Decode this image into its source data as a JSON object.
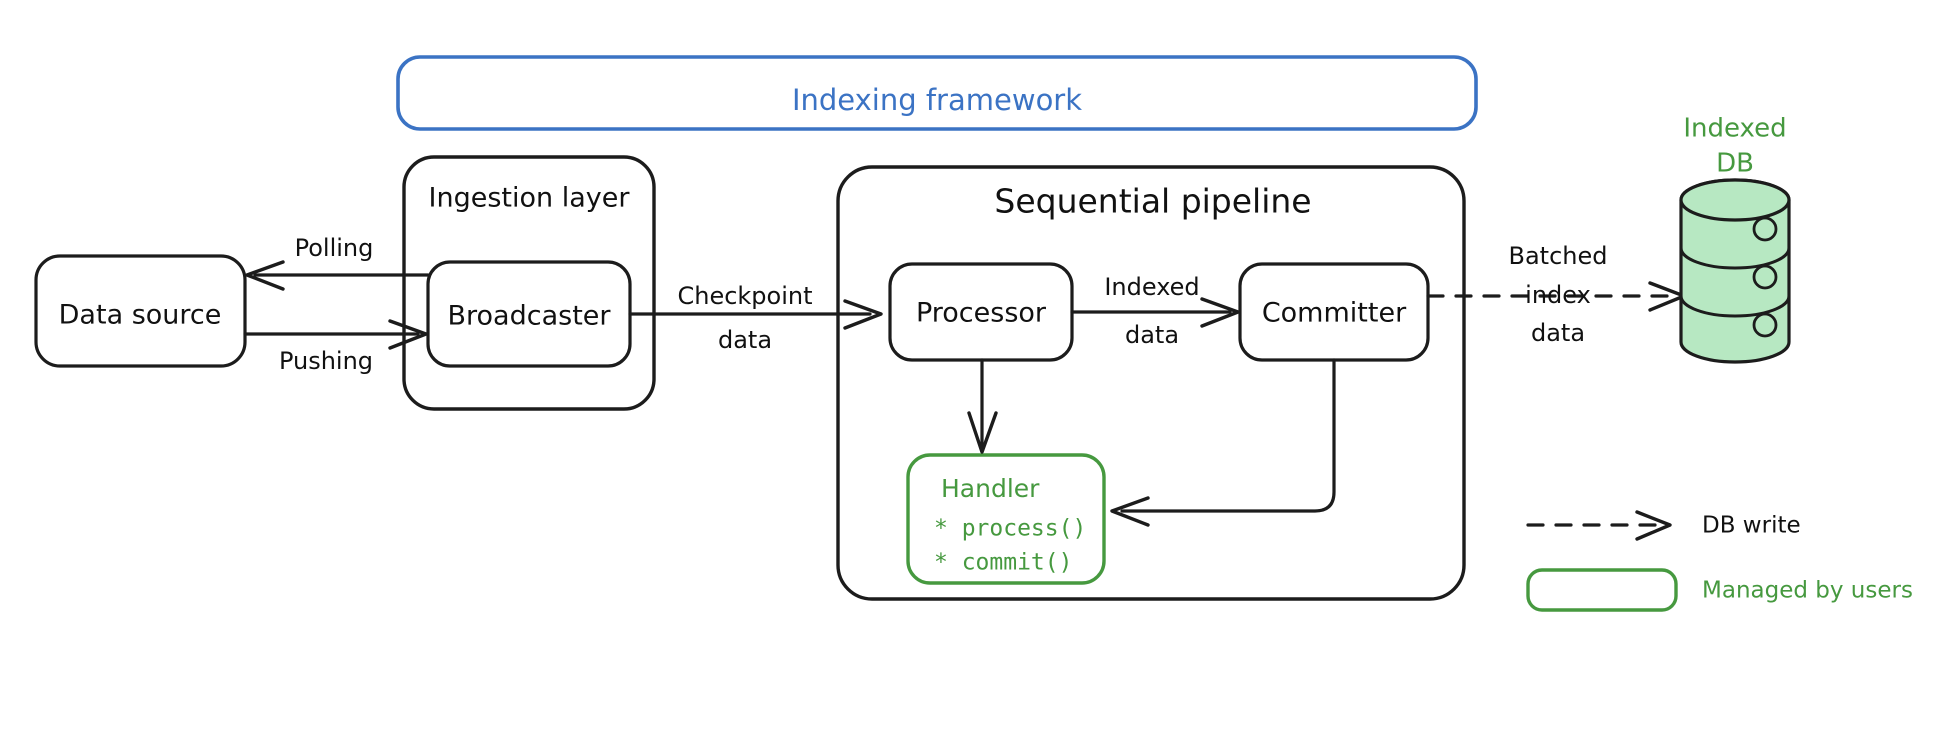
{
  "diagram": {
    "title": "Indexing framework architecture",
    "colors": {
      "blue": "#3b73c4",
      "green": "#46993f",
      "db_fill": "#b7e8c2",
      "ink": "#1c1c1c",
      "background": "#ffffff"
    },
    "framework": {
      "label": "Indexing framework"
    },
    "groups": [
      {
        "id": "ingestion",
        "label": "Ingestion layer"
      },
      {
        "id": "pipeline",
        "label": "Sequential pipeline"
      }
    ],
    "nodes": [
      {
        "id": "data-source",
        "label": "Data source"
      },
      {
        "id": "broadcaster",
        "label": "Broadcaster"
      },
      {
        "id": "processor",
        "label": "Processor"
      },
      {
        "id": "committer",
        "label": "Committer"
      }
    ],
    "handler": {
      "title": "Handler",
      "methods": [
        "* process()",
        "* commit()"
      ]
    },
    "database": {
      "label_line1": "Indexed",
      "label_line2": "DB"
    },
    "edges": [
      {
        "id": "polling",
        "label": "Polling",
        "from": "broadcaster",
        "to": "data-source",
        "style": "solid"
      },
      {
        "id": "pushing",
        "label": "Pushing",
        "from": "data-source",
        "to": "broadcaster",
        "style": "solid"
      },
      {
        "id": "checkpoint",
        "label_line1": "Checkpoint",
        "label_line2": "data",
        "from": "broadcaster",
        "to": "processor",
        "style": "solid"
      },
      {
        "id": "indexed",
        "label_line1": "Indexed",
        "label_line2": "data",
        "from": "processor",
        "to": "committer",
        "style": "solid"
      },
      {
        "id": "batched",
        "label_line1": "Batched",
        "label_line2": "index",
        "label_line3": "data",
        "from": "committer",
        "to": "database",
        "style": "dashed"
      },
      {
        "id": "processor-handler",
        "label": "",
        "from": "processor",
        "to": "handler",
        "style": "solid"
      },
      {
        "id": "committer-handler",
        "label": "",
        "from": "committer",
        "to": "handler",
        "style": "solid"
      }
    ],
    "legend": [
      {
        "id": "db-write",
        "label": "DB write",
        "symbol": "dashed-arrow"
      },
      {
        "id": "managed-by-users",
        "label": "Managed by users",
        "symbol": "green-rounded-box"
      }
    ]
  }
}
